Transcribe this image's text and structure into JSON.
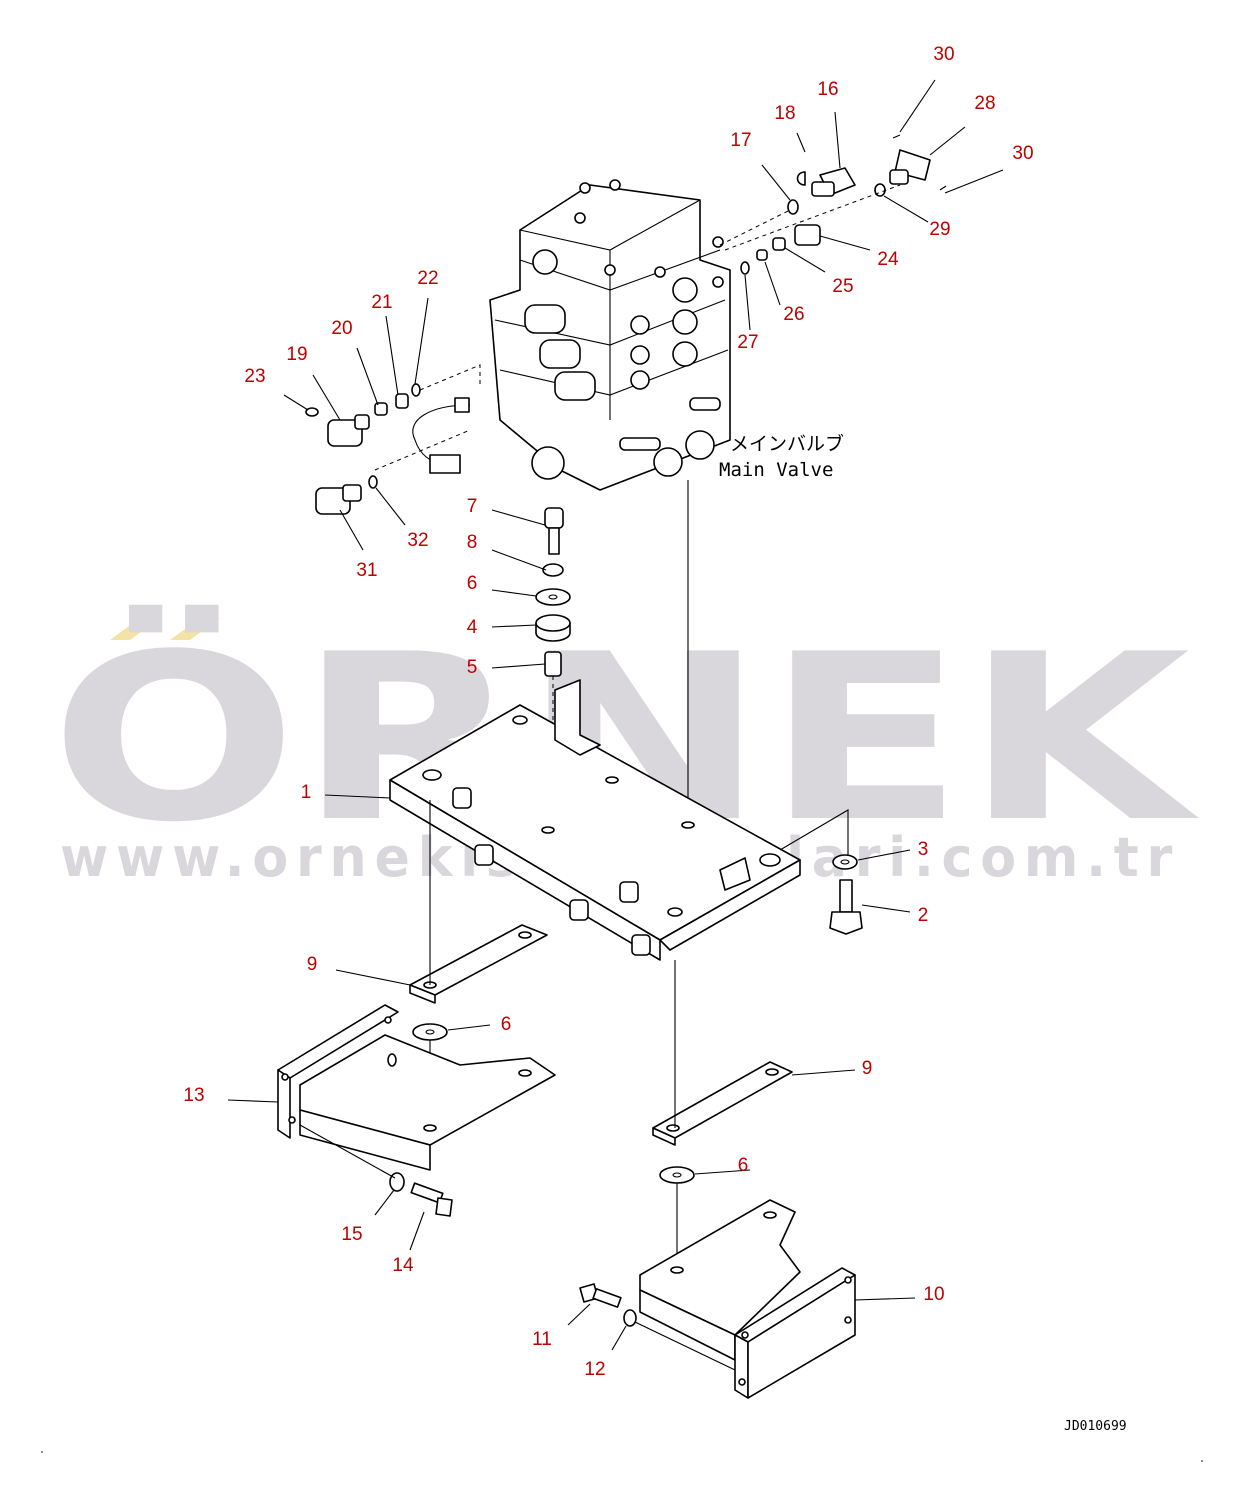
{
  "watermark": {
    "logo_text": "ÖRNEK",
    "url_text": "www.ornekismakinalari.com.tr",
    "color": "#d9d7dc",
    "accent_color": "#f3e3a6"
  },
  "main_valve_label": {
    "japanese": "メインバルブ",
    "english": "Main Valve"
  },
  "drawing_code": "JD010699",
  "callout_color": "#c00000",
  "callouts": [
    "30",
    "28",
    "30",
    "16",
    "18",
    "17",
    "29",
    "24",
    "25",
    "26",
    "27",
    "22",
    "21",
    "20",
    "19",
    "23",
    "32",
    "31",
    "7",
    "8",
    "6",
    "4",
    "5",
    "1",
    "3",
    "2",
    "9",
    "6",
    "13",
    "15",
    "14",
    "9",
    "6",
    "10",
    "11",
    "12"
  ]
}
